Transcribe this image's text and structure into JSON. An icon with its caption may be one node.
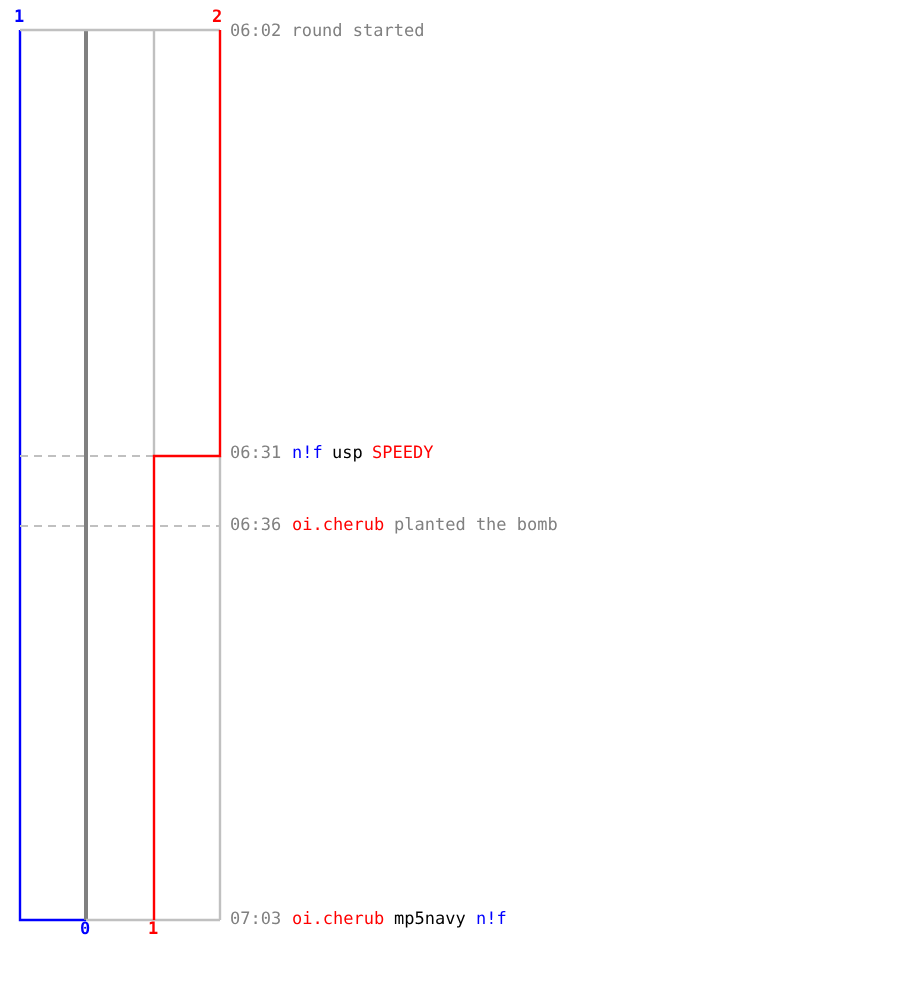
{
  "diagram": {
    "labels": [
      "1",
      "2",
      "06:02 round started",
      "06:31",
      "n!f",
      "usp",
      "SPEEDY",
      "06:36",
      "oi.cherub",
      "planted the bomb",
      "0",
      "1",
      "07:03",
      "oi.cherub",
      "mp5navy",
      "n!f"
    ]
  }
}
